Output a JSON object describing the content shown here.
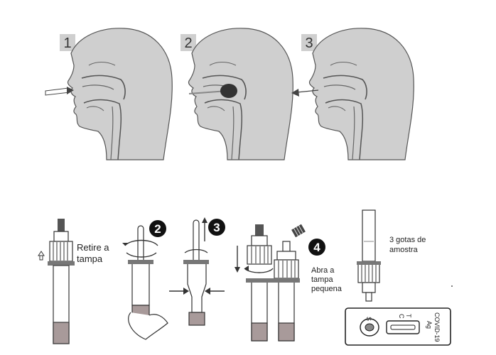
{
  "panels": [
    {
      "number": "1"
    },
    {
      "number": "2"
    },
    {
      "number": "3"
    }
  ],
  "steps": {
    "remove_cap": [
      "Retire a",
      "tampa"
    ],
    "step2": "2",
    "step3": "3",
    "step4": "4",
    "open_small_cap": [
      "Abra a",
      "tampa",
      "pequena"
    ],
    "drops": [
      "3 gotas de",
      "amostra"
    ]
  },
  "cassette": {
    "label_line1": "COVID-19",
    "label_line2": "Ag",
    "c_mark": "C",
    "t_mark": "T",
    "s_mark": "S"
  }
}
